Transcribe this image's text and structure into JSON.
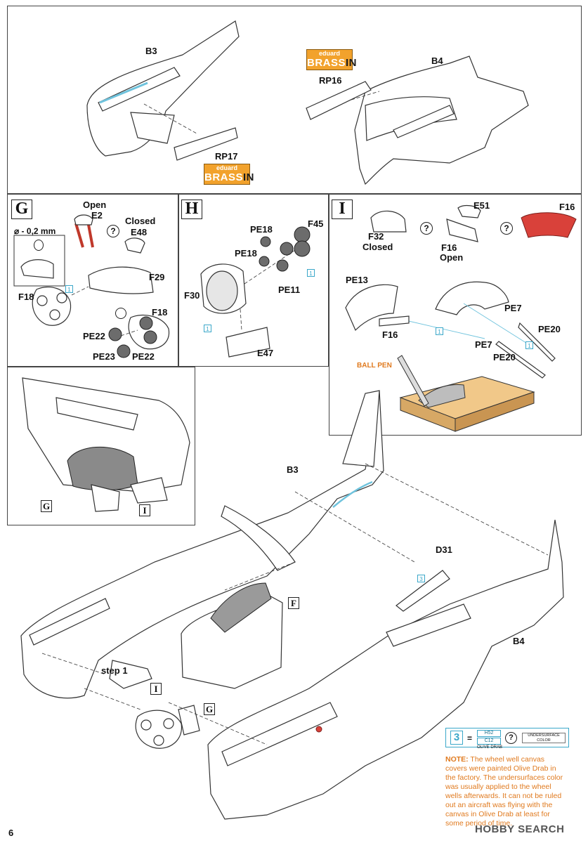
{
  "page_number": "6",
  "watermark": "HOBBY SEARCH",
  "brassin_logo": {
    "top": "eduard",
    "bottom_a": "BRASS",
    "bottom_b": "IN"
  },
  "top_section": {
    "b3": "B3",
    "b4": "B4",
    "rp16": "RP16",
    "rp17": "RP17"
  },
  "step_g": {
    "letter": "G",
    "open": "Open",
    "e2": "E2",
    "closed": "Closed",
    "e48": "E48",
    "diameter": "⌀ - 0,2 mm",
    "f29": "F29",
    "f18a": "F18",
    "f18b": "F18",
    "pe22a": "PE22",
    "pe22b": "PE22",
    "pe23": "PE23",
    "callout": "1"
  },
  "step_h": {
    "letter": "H",
    "pe18a": "PE18",
    "pe18b": "PE18",
    "f45": "F45",
    "pe11": "PE11",
    "f30": "F30",
    "e47": "E47",
    "callout": "1"
  },
  "step_i": {
    "letter": "I",
    "e51": "E51",
    "f16": "F16",
    "f32": "F32",
    "closed": "Closed",
    "f16b": "F16",
    "open": "Open",
    "pe13": "PE13",
    "f16c": "F16",
    "pe7a": "PE7",
    "pe7b": "PE7",
    "pe20a": "PE20",
    "pe20b": "PE20",
    "ball_pen": "BALL PEN",
    "callout": "1"
  },
  "main": {
    "b3": "B3",
    "b4": "B4",
    "d31": "D31",
    "step1": "step 1",
    "ref_g": "G",
    "ref_i": "I",
    "ref_f": "F",
    "ref_g2": "G",
    "ref_i2": "I",
    "callout3": "3"
  },
  "legend": {
    "num": "3",
    "eq": "=",
    "code1": "H52",
    "code2": "C12",
    "color_name": "OLIVE DRAB",
    "q": "?",
    "under": "UNDERSURFACE COLOR"
  },
  "note": {
    "label": "NOTE:",
    "text": "The wheel well canvas covers were painted Olive Drab  in the factory. The undersurfaces color was usually applied to the wheel wells afterwards. It can not be ruled out an aircraft was flying with the canvas in Olive Drab at least for some period of time."
  },
  "q_symbol": "?",
  "colors": {
    "brassin_orange": "#f2a22c",
    "callout_cyan": "#3aa7c9",
    "note_orange": "#e07a1f",
    "canvas_red": "#d9413a"
  },
  "icons": [
    "question-icon",
    "paint-drop-icon",
    "rotate-icon",
    "ball-pen-icon"
  ]
}
